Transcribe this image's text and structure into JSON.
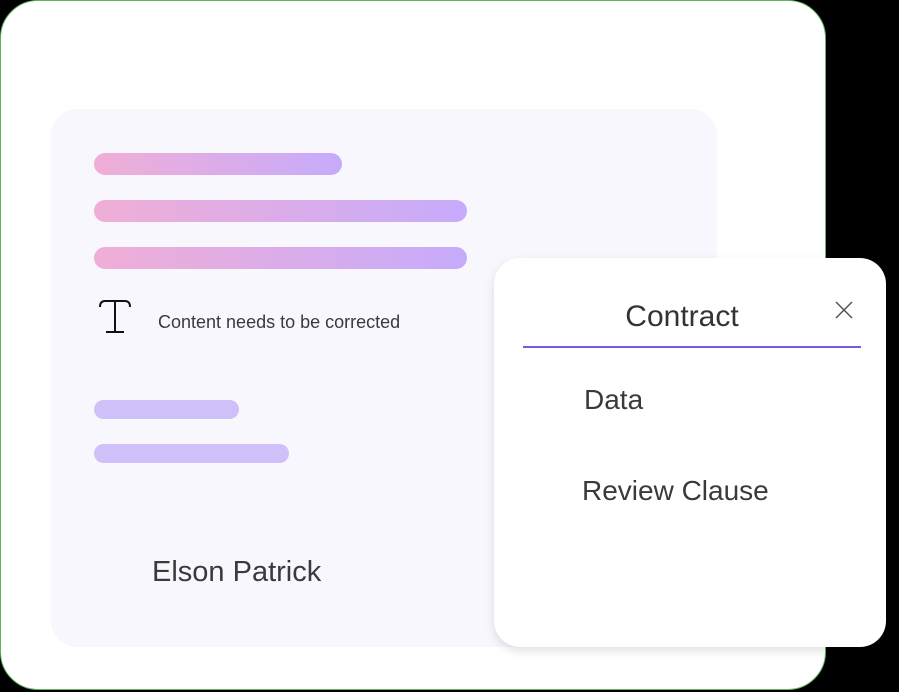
{
  "document": {
    "note": "Content needs to be corrected",
    "signer": "Elson Patrick",
    "text_icon": "text-cursor-icon"
  },
  "popup": {
    "title": "Contract",
    "close_icon": "close-icon",
    "items": [
      {
        "label": "Data"
      },
      {
        "label": "Review Clause"
      }
    ]
  },
  "colors": {
    "gradient_start": "#f0aed6",
    "gradient_end": "#c6abfb",
    "lilac_bar": "#cfc0fa",
    "accent_divider": "#7b5ae0",
    "panel_bg": "#f8f7fe",
    "border": "#5fb560"
  }
}
